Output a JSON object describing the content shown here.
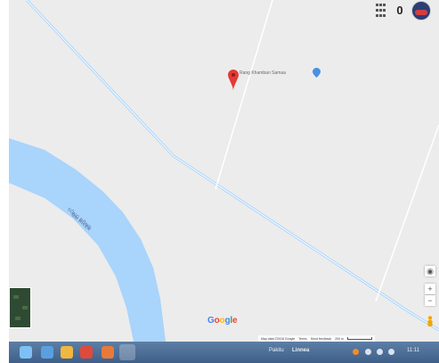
{
  "colors": {
    "land": "#ececec",
    "water": "#a9d4fb",
    "road": "#ffffff",
    "pin": "#e53935",
    "place_badge": "#4a90e2",
    "taskbar": "#4a6c96"
  },
  "map": {
    "place_label": "Rang Khamban Samaa",
    "river_label_1": "SÔNG ĐỒNG",
    "river_label_2": "NAI RIVER",
    "google_logo": "Google",
    "attribution": {
      "map_data": "Map data ©2018 Google",
      "terms": "Terms",
      "feedback": "Send feedback",
      "scale": "200 m"
    },
    "icons": {
      "apps": "apps-grid-icon",
      "notifications": "notification-icon",
      "account": "account-avatar-icon",
      "locate": "my-location-icon",
      "zoom_in": "zoom-in-icon",
      "zoom_out": "zoom-out-icon",
      "street_view": "pegman-icon",
      "layers": "satellite-layer-icon"
    },
    "zoom_in_label": "+",
    "zoom_out_label": "−",
    "locate_label": "◉"
  },
  "taskbar": {
    "lang": "Linnea",
    "left_text": "Pakitu",
    "tray_time": "11:11"
  }
}
